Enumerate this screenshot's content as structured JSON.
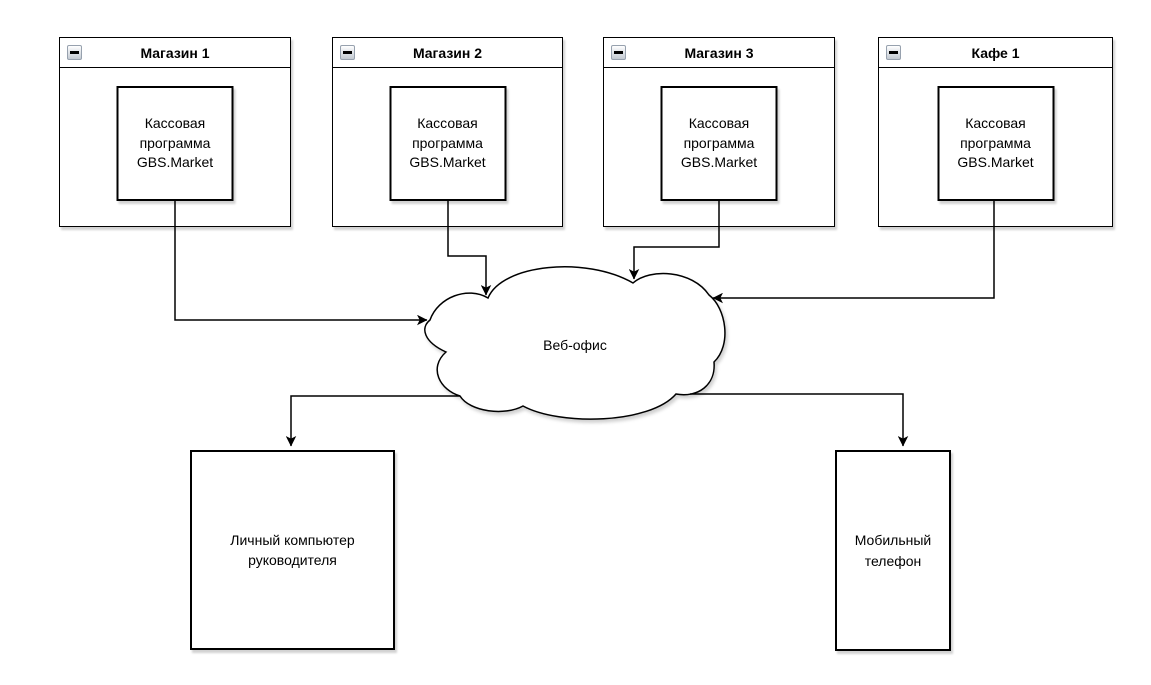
{
  "canvas": {
    "background": "#ffffff"
  },
  "colors": {
    "stroke": "#000000",
    "text": "#000000",
    "shape_fill": "#ffffff",
    "collapse_button_border": "#97a1ae"
  },
  "icons": {
    "collapse": "minus-icon"
  },
  "containers": [
    {
      "title": "Магазин 1",
      "child": "Кассовая программа GBS.Market"
    },
    {
      "title": "Магазин 2",
      "child": "Кассовая программа GBS.Market"
    },
    {
      "title": "Магазин 3",
      "child": "Кассовая программа GBS.Market"
    },
    {
      "title": "Кафе 1",
      "child": "Кассовая программа GBS.Market"
    }
  ],
  "cloud": {
    "label": "Веб-офис"
  },
  "endpoints": [
    {
      "label": "Личный компьютер руководителя"
    },
    {
      "label": "Мобильный телефон"
    }
  ],
  "connections": [
    {
      "from": "Кассовая программа GBS.Market (Магазин 1)",
      "to": "Веб-офис"
    },
    {
      "from": "Кассовая программа GBS.Market (Магазин 2)",
      "to": "Веб-офис"
    },
    {
      "from": "Кассовая программа GBS.Market (Магазин 3)",
      "to": "Веб-офис"
    },
    {
      "from": "Кассовая программа GBS.Market (Кафе 1)",
      "to": "Веб-офис"
    },
    {
      "from": "Веб-офис",
      "to": "Личный компьютер руководителя"
    },
    {
      "from": "Веб-офис",
      "to": "Мобильный телефон"
    }
  ]
}
